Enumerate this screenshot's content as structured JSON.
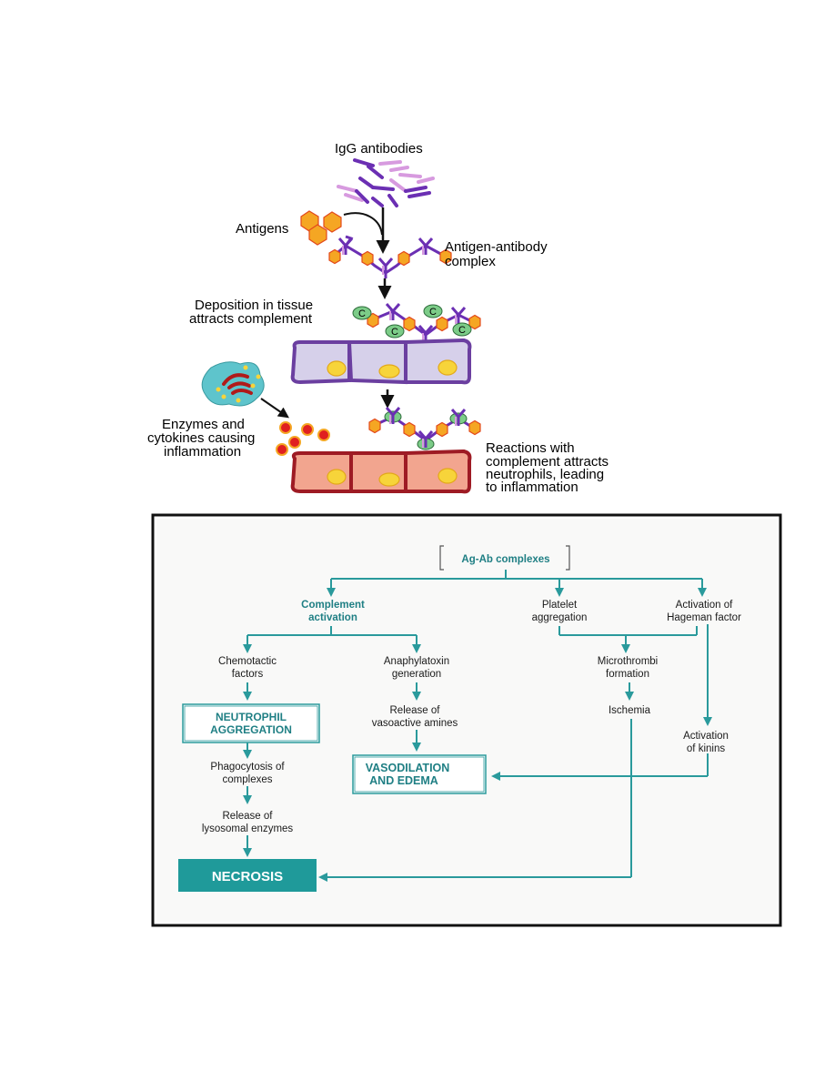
{
  "top": {
    "igg_label": "IgG antibodies",
    "antigens_label": "Antigens",
    "complex_line1": "Antigen-antibody",
    "complex_line2": "complex",
    "deposition_line1": "Deposition in tissue",
    "deposition_line2": "attracts complement",
    "complement_letter": "C",
    "enzymes_line1": "Enzymes and",
    "enzymes_line2": "cytokines causing",
    "enzymes_line3": "inflammation",
    "reactions_line1": "Reactions with",
    "reactions_line2": "complement attracts",
    "reactions_line3": "neutrophils, leading",
    "reactions_line4": "to inflammation"
  },
  "flow": {
    "root": "Ag-Ab complexes",
    "complement_line1": "Complement",
    "complement_line2": "activation",
    "platelet_line1": "Platelet",
    "platelet_line2": "aggregation",
    "hageman_line1": "Activation of",
    "hageman_line2": "Hageman factor",
    "chemotactic_line1": "Chemotactic",
    "chemotactic_line2": "factors",
    "anaphylatoxin_line1": "Anaphylatoxin",
    "anaphylatoxin_line2": "generation",
    "microthrombi_line1": "Microthrombi",
    "microthrombi_line2": "formation",
    "neutrophil_line1": "NEUTROPHIL",
    "neutrophil_line2": "AGGREGATION",
    "release_amines_line1": "Release of",
    "release_amines_line2": "vasoactive amines",
    "ischemia": "Ischemia",
    "phagocytosis_line1": "Phagocytosis of",
    "phagocytosis_line2": "complexes",
    "vasodilation_line1": "VASODILATION",
    "vasodilation_line2": "AND EDEMA",
    "kinins_line1": "Activation",
    "kinins_line2": "of kinins",
    "lysosomal_line1": "Release of",
    "lysosomal_line2": "lysosomal enzymes",
    "necrosis": "NECROSIS"
  },
  "colors": {
    "teal": "#2a9a9c",
    "teal_dark": "#1f7f84",
    "antibody_dark": "#6b2fb3",
    "antibody_light": "#d79adf",
    "antigen": "#f5a623",
    "cell_top_fill": "#d6d0ea",
    "cell_top_border": "#6b3fa0",
    "cell_bottom_fill": "#f2a58f",
    "cell_bottom_border": "#9e1b24",
    "nucleus": "#f7d43a",
    "complement": "#7ccc88"
  }
}
